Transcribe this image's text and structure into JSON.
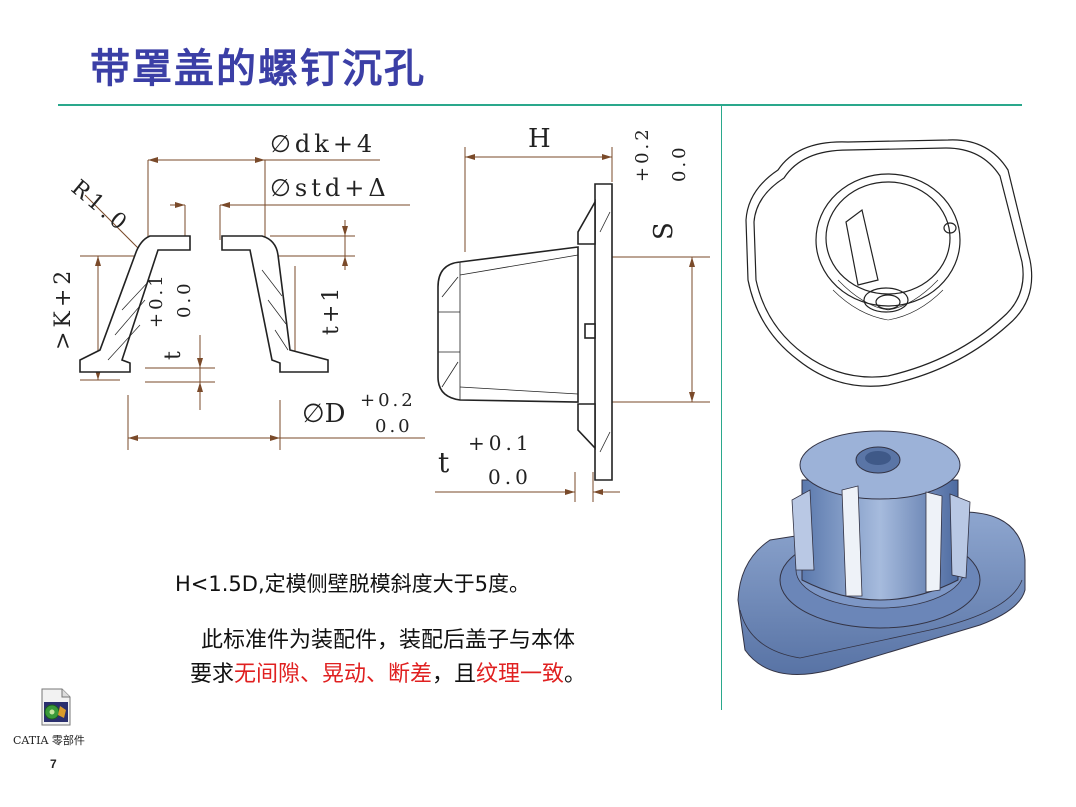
{
  "slide": {
    "title": "带罩盖的螺钉沉孔",
    "page_number": "7"
  },
  "drawing": {
    "dim_dk": "∅dk+4",
    "dim_std": "∅std+Δ",
    "dim_r": "R1.0",
    "dim_k": ">K+2",
    "dim_t_tol_upper": "+0.1",
    "dim_t_tol_lower": "0.0",
    "dim_t": "t",
    "dim_t1": "t+1",
    "dim_D": "∅D",
    "dim_D_tol_upper": "+0.2",
    "dim_D_tol_lower": "0.0",
    "dim_H": "H",
    "dim_S": "S",
    "dim_S_tol_upper": "+0.2",
    "dim_S_tol_lower": "0.0",
    "dim_t2": "t",
    "dim_t2_tol_upper": "+0.1",
    "dim_t2_tol_lower": "0.0"
  },
  "notes": {
    "line1": "H<1.5D,定模侧壁脱模斜度大于5度。",
    "line2_part1": "此标准件为装配件，装配后盖子与本体",
    "line3_part1": "要求",
    "line3_red1": "无间隙、晃动、断差",
    "line3_part2": "，且",
    "line3_red2": "纹理一致",
    "line3_part3": "。"
  },
  "attachment": {
    "label": "CATIA 零部件",
    "icon": "catia-part-icon"
  },
  "colors": {
    "title": "#3b3fa6",
    "rule": "#2aa88c",
    "dimension": "#7a4a2a",
    "highlight": "#e02020",
    "render_blue": "#6f8fc0"
  }
}
